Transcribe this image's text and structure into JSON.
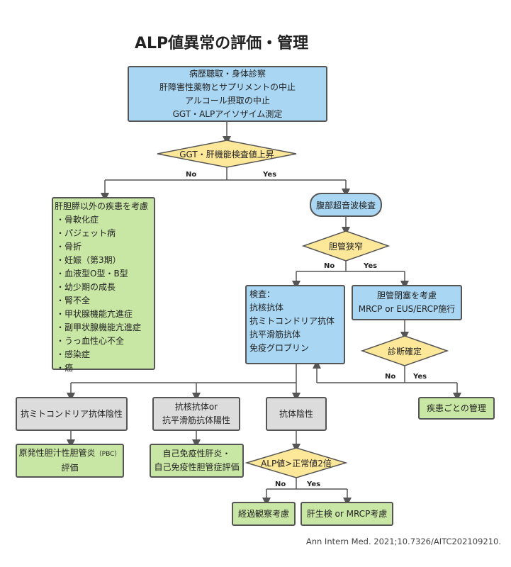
{
  "title": "ALP値異常の評価・管理",
  "citation": "Ann Intern Med. 2021;10.7326/AITC202109210.",
  "initial": [
    "病歴聴取・身体診察",
    "肝障害性薬物とサプリメントの中止",
    "アルコール摂取の中止",
    "GGT・ALPアイソザイム測定"
  ],
  "diamond1": "GGT・肝機能検査値上昇",
  "diamond1_no": "No",
  "diamond1_yes": "Yes",
  "non_hepatic": {
    "header": "肝胆膵以外の疾患を考慮",
    "items": [
      "・骨軟化症",
      "・パジェット病",
      "・骨折",
      "・妊娠（第3期）",
      "・血液型O型・B型",
      "・幼少期の成長",
      "・腎不全",
      "・甲状腺機能亢進症",
      "・副甲状腺機能亢進症",
      "・うっ血性心不全",
      "・感染症",
      "・癌"
    ]
  },
  "ultrasound": "腹部超音波検査",
  "diamond2": "胆管狭窄",
  "diamond2_no": "No",
  "diamond2_yes": "Yes",
  "tests": [
    "検査：",
    "抗核抗体",
    "抗ミトコンドリア抗体",
    "抗平滑筋抗体",
    "免疫グロブリン"
  ],
  "obstruction": [
    "胆管閉塞を考慮",
    "MRCP or EUS/ERCP施行"
  ],
  "diamond3": "診断確定",
  "diamond3_no": "No",
  "diamond3_yes": "Yes",
  "disease_mgmt": "疾患ごとの管理",
  "ama_neg": "抗ミトコンドリア抗体陰性",
  "pbc_main": "原発性胆汁性胆管炎",
  "pbc_abbr": "（PBC）",
  "pbc_eval": "評価",
  "ana_pos": [
    "抗核抗体or",
    "抗平滑筋抗体陽性"
  ],
  "autoimmune": [
    "自己免疫性肝炎・",
    "自己免疫性胆管症評価"
  ],
  "ab_neg": "抗体陰性",
  "diamond4": "ALP値>正常値2倍",
  "diamond4_no": "No",
  "diamond4_yes": "Yes",
  "observe": "経過観察考慮",
  "biopsy": "肝生検 or MRCP考慮",
  "colors": {
    "blue": "#a9d6f2",
    "green": "#c8e6a4",
    "gray": "#dcdcdc",
    "yellow": "#fde89a",
    "line": "#555555"
  }
}
